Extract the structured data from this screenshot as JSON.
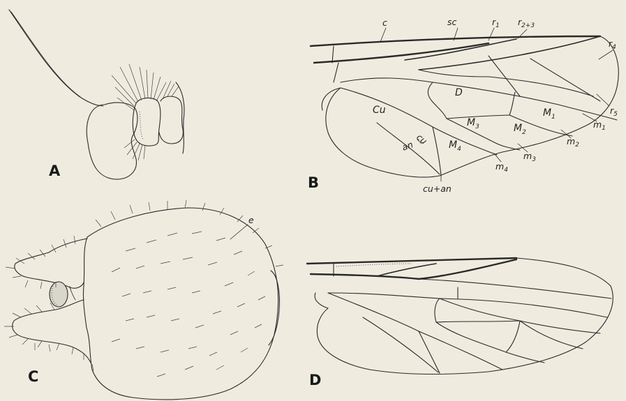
{
  "panels": {
    "a": {
      "letter": "A"
    },
    "b": {
      "letter": "B"
    },
    "c": {
      "letter": "C"
    },
    "d": {
      "letter": "D"
    }
  },
  "wing_b_labels": {
    "c": "c",
    "sc": "sc",
    "r1_base": "r",
    "r1_sub": "1",
    "r23_base": "r",
    "r23_sub": "2+3",
    "r4_base": "r",
    "r4_sub": "4",
    "r5_base": "r",
    "r5_sub": "5",
    "m1_base": "m",
    "m1_sub": "1",
    "m2_base": "m",
    "m2_sub": "2",
    "m3_base": "m",
    "m3_sub": "3",
    "m4_base": "m",
    "m4_sub": "4",
    "cell_D": "D",
    "cell_Cu": "Cu",
    "cell_M1_base": "M",
    "cell_M1_sub": "1",
    "cell_M2_base": "M",
    "cell_M2_sub": "2",
    "cell_M3_base": "M",
    "cell_M3_sub": "3",
    "cell_M4_base": "M",
    "cell_M4_sub": "4",
    "cu": "cu",
    "an": "an",
    "cu_an": "cu+an"
  },
  "panel_c_labels": {
    "e": "e"
  }
}
